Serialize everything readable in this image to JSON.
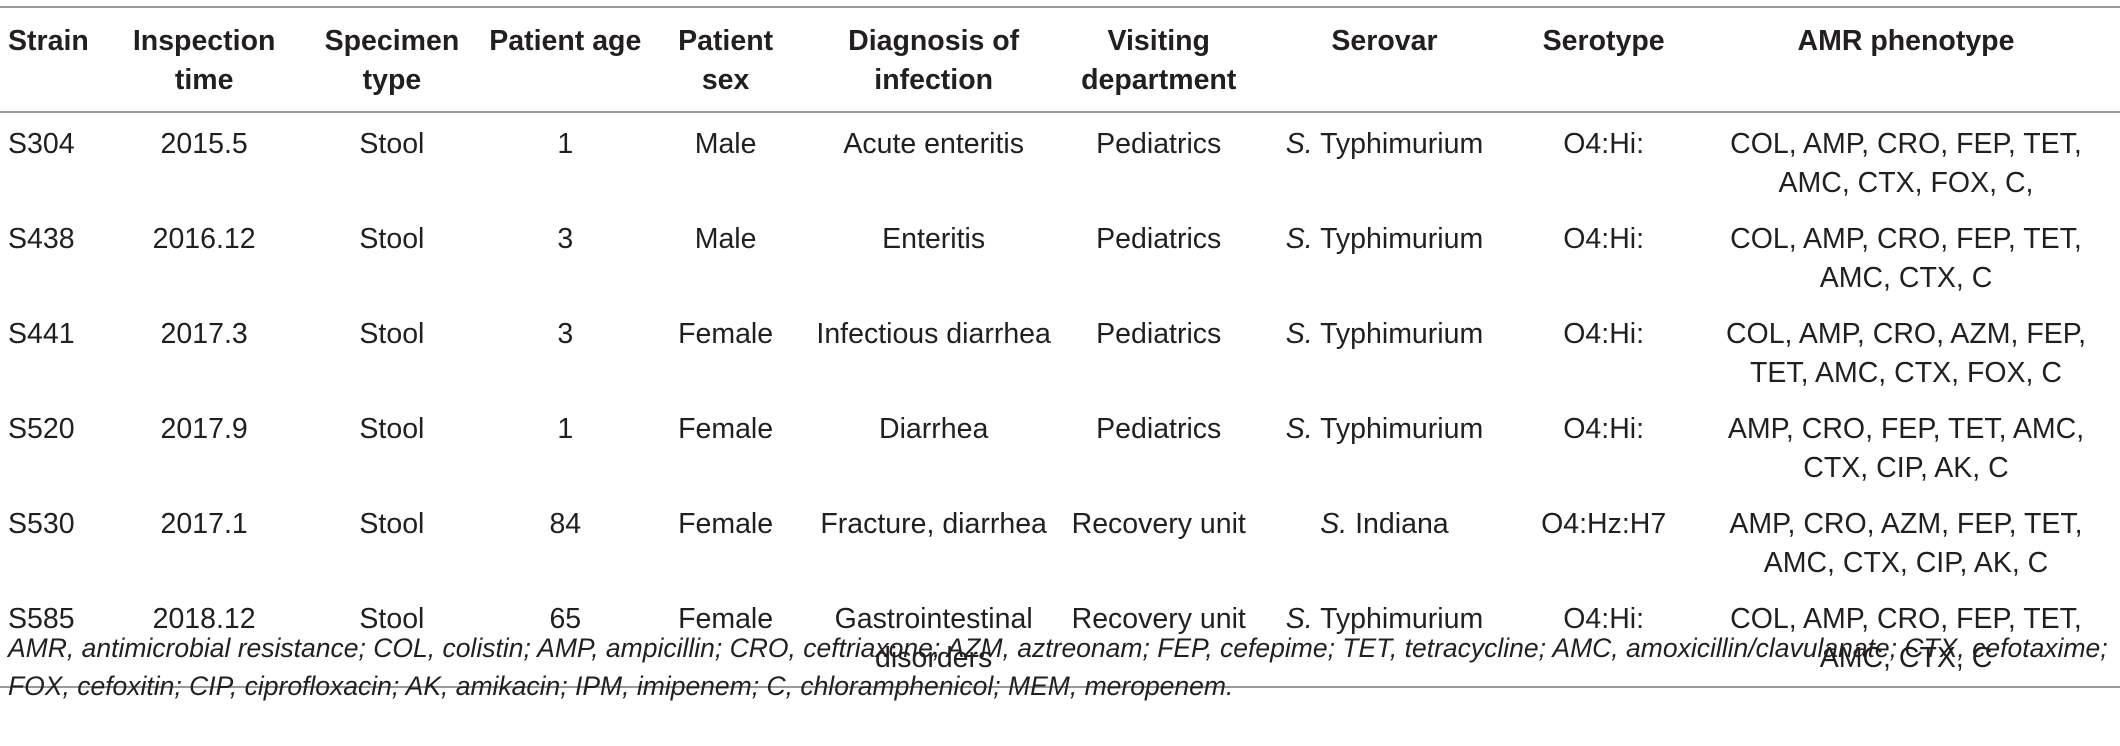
{
  "columns": [
    "Strain",
    "Inspection time",
    "Specimen type",
    "Patient age",
    "Patient sex",
    "Diagnosis of infection",
    "Visiting department",
    "Serovar",
    "Serotype",
    "AMR phenotype"
  ],
  "rows": [
    {
      "strain": "S304",
      "inspection_time": "2015.5",
      "specimen_type": "Stool",
      "patient_age": "1",
      "patient_sex": "Male",
      "diagnosis": "Acute enteritis",
      "department": "Pediatrics",
      "serovar_genus": "S.",
      "serovar_name": " Typhimurium",
      "serotype": "O4:Hi:",
      "amr_line1": "COL, AMP, CRO, FEP, TET,",
      "amr_line2": "AMC, CTX, FOX, C,"
    },
    {
      "strain": "S438",
      "inspection_time": "2016.12",
      "specimen_type": "Stool",
      "patient_age": "3",
      "patient_sex": "Male",
      "diagnosis": "Enteritis",
      "department": "Pediatrics",
      "serovar_genus": "S.",
      "serovar_name": " Typhimurium",
      "serotype": "O4:Hi:",
      "amr_line1": "COL, AMP, CRO, FEP, TET,",
      "amr_line2": "AMC, CTX, C"
    },
    {
      "strain": "S441",
      "inspection_time": "2017.3",
      "specimen_type": "Stool",
      "patient_age": "3",
      "patient_sex": "Female",
      "diagnosis": "Infectious diarrhea",
      "department": "Pediatrics",
      "serovar_genus": "S.",
      "serovar_name": " Typhimurium",
      "serotype": "O4:Hi:",
      "amr_line1": "COL, AMP, CRO, AZM, FEP,",
      "amr_line2": "TET, AMC, CTX, FOX, C"
    },
    {
      "strain": "S520",
      "inspection_time": "2017.9",
      "specimen_type": "Stool",
      "patient_age": "1",
      "patient_sex": "Female",
      "diagnosis": "Diarrhea",
      "department": "Pediatrics",
      "serovar_genus": "S.",
      "serovar_name": " Typhimurium",
      "serotype": "O4:Hi:",
      "amr_line1": "AMP, CRO, FEP, TET, AMC,",
      "amr_line2": "CTX, CIP, AK, C"
    },
    {
      "strain": "S530",
      "inspection_time": "2017.1",
      "specimen_type": "Stool",
      "patient_age": "84",
      "patient_sex": "Female",
      "diagnosis": "Fracture, diarrhea",
      "department": "Recovery unit",
      "serovar_genus": "S.",
      "serovar_name": " Indiana",
      "serotype": "O4:Hz:H7",
      "amr_line1": "AMP, CRO, AZM, FEP, TET,",
      "amr_line2": "AMC, CTX, CIP, AK, C"
    },
    {
      "strain": "S585",
      "inspection_time": "2018.12",
      "specimen_type": "Stool",
      "patient_age": "65",
      "patient_sex": "Female",
      "diagnosis": "Gastrointestinal disorders",
      "department": "Recovery unit",
      "serovar_genus": "S.",
      "serovar_name": " Typhimurium",
      "serotype": "O4:Hi:",
      "amr_line1": "COL, AMP, CRO, FEP, TET,",
      "amr_line2": "AMC, CTX, C"
    }
  ],
  "footnote": "AMR, antimicrobial resistance; COL, colistin; AMP, ampicillin; CRO, ceftriaxone; AZM, aztreonam; FEP, cefepime; TET, tetracycline; AMC, amoxicillin/clavulanate; CTX, cefotaxime; FOX, cefoxitin; CIP, ciprofloxacin; AK, amikacin; IPM, imipenem; C, chloramphenicol; MEM, meropenem."
}
